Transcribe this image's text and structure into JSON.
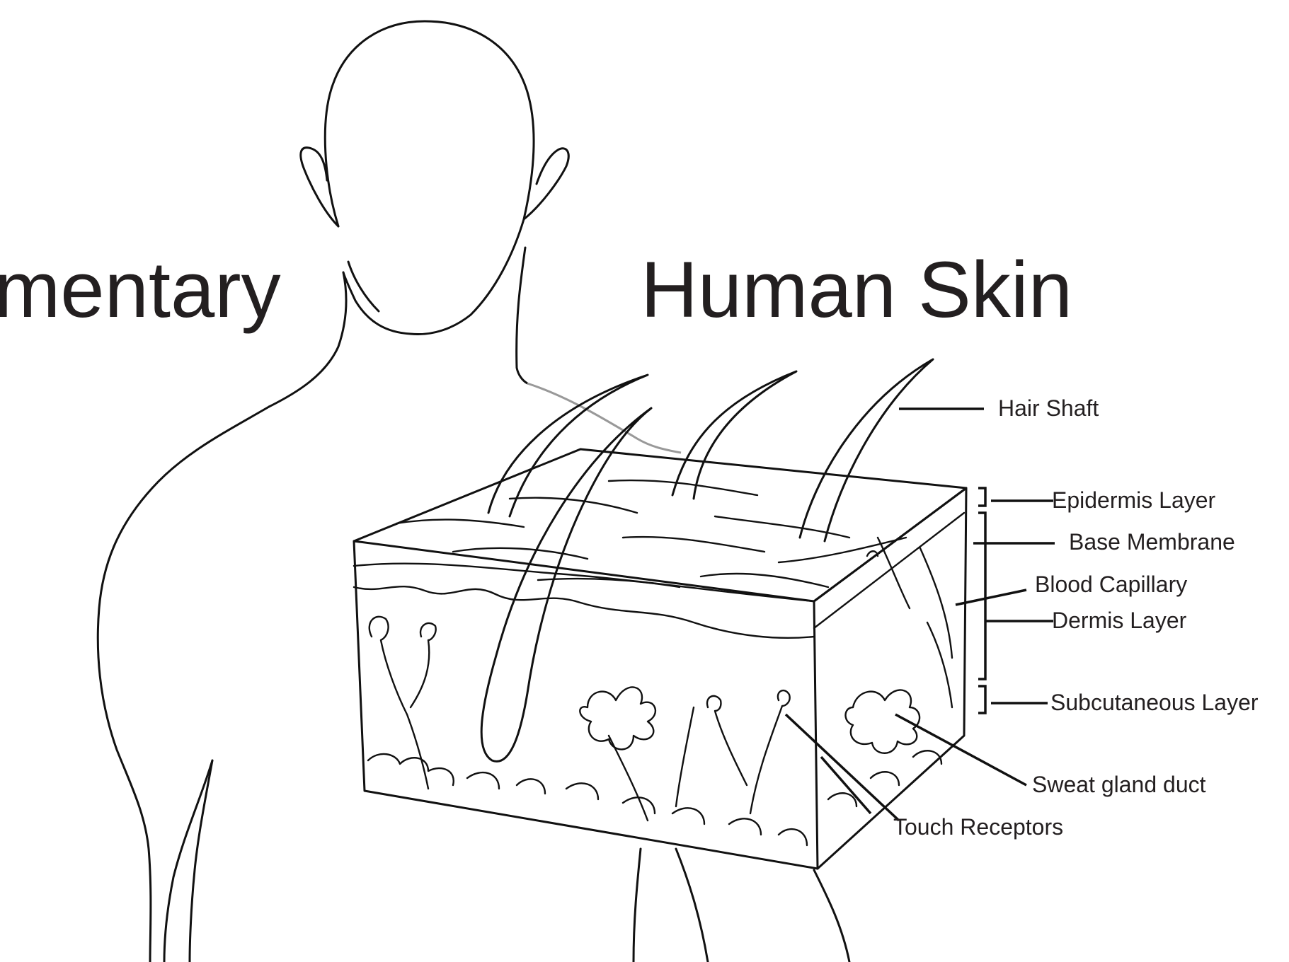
{
  "diagram": {
    "title_left": "mentary",
    "title_right": "Human Skin",
    "labels": {
      "hair_shaft": "Hair Shaft",
      "epidermis": "Epidermis Layer",
      "base_membrane": "Base Membrane",
      "blood_capillary": "Blood Capillary",
      "dermis": "Dermis Layer",
      "subcutaneous": "Subcutaneous Layer",
      "sweat_gland": "Sweat gland duct",
      "touch_receptors": "Touch Receptors"
    },
    "colors": {
      "line": "#111111",
      "text": "#231f20",
      "shadow_line": "#999999",
      "background": "#ffffff"
    }
  }
}
